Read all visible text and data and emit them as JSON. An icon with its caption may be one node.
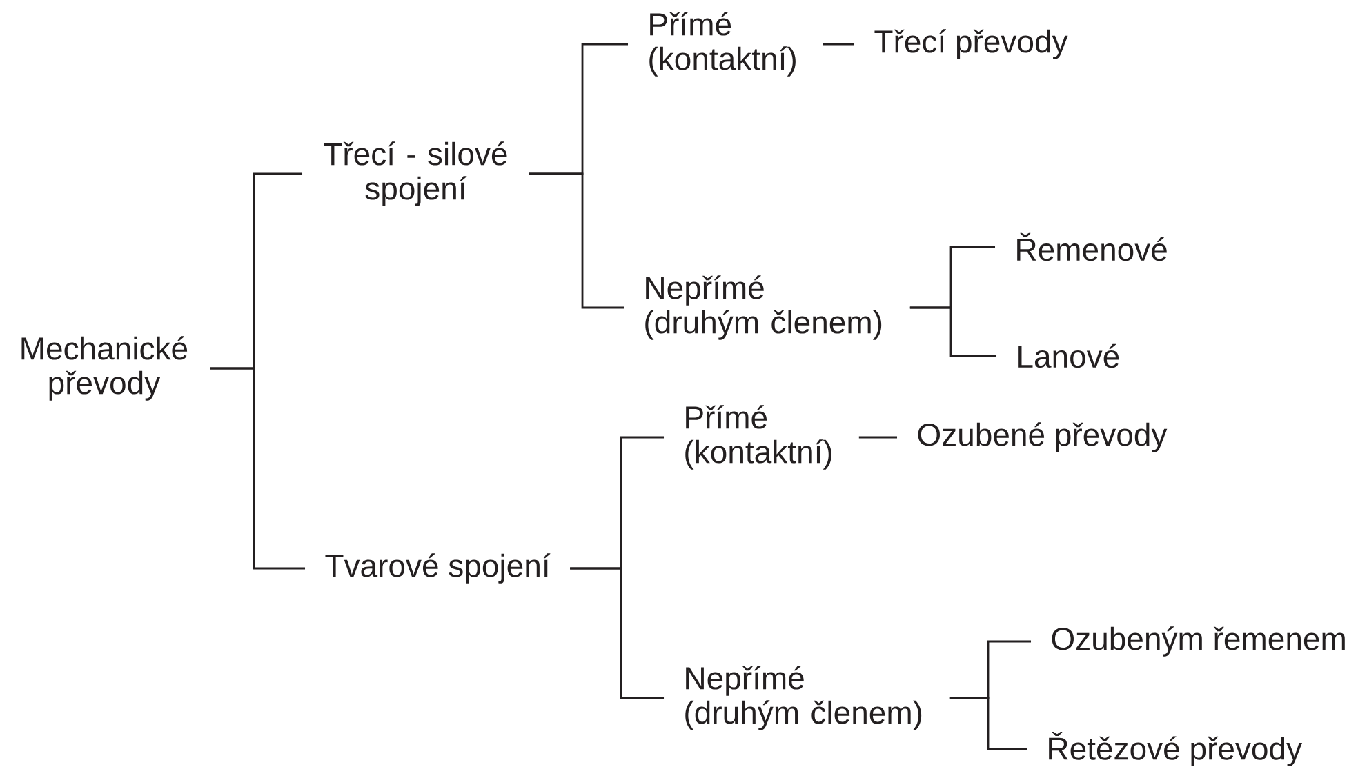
{
  "diagram": {
    "nodes": [
      {
        "text": [
          "Mechanické převody"
        ]
      },
      {
        "text": [
          "Třecí - silové spojení"
        ]
      },
      {
        "text": [
          "Přímé (kontaktní)"
        ]
      },
      {
        "text": [
          "Třecí převody"
        ]
      },
      {
        "text": [
          "Nepřímé (druhým členem)"
        ]
      },
      {
        "text": [
          "Řemenové"
        ]
      },
      {
        "text": [
          "Lanové"
        ]
      },
      {
        "text": [
          "Tvarové spojení"
        ]
      },
      {
        "text": [
          "Přímé (kontaktní)"
        ]
      },
      {
        "text": [
          "Ozubené převody"
        ]
      },
      {
        "text": [
          "Nepřímé (druhým členem)"
        ]
      },
      {
        "text": [
          "Ozubeným řemenem"
        ]
      },
      {
        "text": [
          "Řetězové převody"
        ]
      }
    ],
    "edges": [
      {
        "from": 0,
        "to": 1,
        "arrow": "none"
      },
      {
        "from": 0,
        "to": 7,
        "arrow": "none"
      },
      {
        "from": 1,
        "to": 2,
        "arrow": "none"
      },
      {
        "from": 1,
        "to": 4,
        "arrow": "none"
      },
      {
        "from": 2,
        "to": 3,
        "arrow": "none"
      },
      {
        "from": 4,
        "to": 5,
        "arrow": "none"
      },
      {
        "from": 4,
        "to": 6,
        "arrow": "none"
      },
      {
        "from": 7,
        "to": 8,
        "arrow": "none"
      },
      {
        "from": 7,
        "to": 10,
        "arrow": "none"
      },
      {
        "from": 8,
        "to": 9,
        "arrow": "none"
      },
      {
        "from": 10,
        "to": 11,
        "arrow": "none"
      },
      {
        "from": 10,
        "to": 12,
        "arrow": "none"
      }
    ]
  }
}
